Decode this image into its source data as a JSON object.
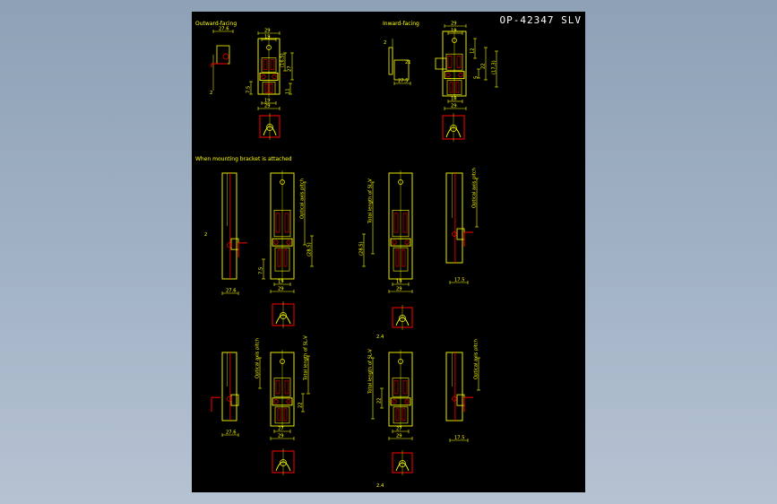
{
  "drawing": {
    "title": "OP-42347 SLV",
    "labels": {
      "outward": "Outward-facing",
      "inward": "Inward-facing",
      "bracket": "When mounting bracket is attached"
    },
    "dims": {
      "d27_6": "27.6",
      "d29": "29",
      "d19": "19",
      "d2": "2",
      "d27": "27",
      "d16_5": "(16.5)",
      "d11": "11",
      "d7_5": "7.5",
      "d12": "12",
      "d5": "5",
      "d22": "22",
      "d17_3": "(17.3)",
      "d21": "21",
      "d27_5": "27.5",
      "d18": "18",
      "d17_5": "17.5",
      "d28_5": "(28.5)",
      "d2_4": "2.4",
      "optical": "Optical axis pitch",
      "total": "Total length of SL-V"
    },
    "colors": {
      "background": "#000000",
      "primary": "#ffff00",
      "secondary": "#ff0000",
      "title": "#ffffff"
    }
  }
}
